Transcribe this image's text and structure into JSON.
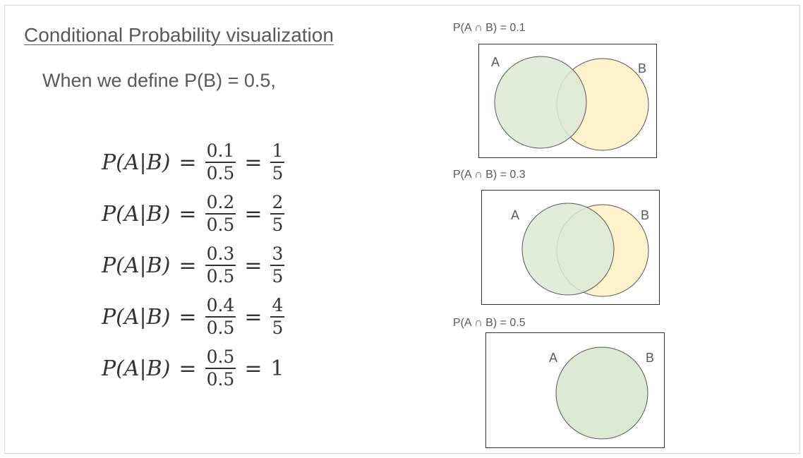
{
  "title": "Conditional Probability visualization",
  "intro": "When we define P(B) = 0.5,",
  "equations": [
    {
      "lhs": "P(A|B)",
      "eq": "=",
      "num": "0.1",
      "den": "0.5",
      "rhs_num": "1",
      "rhs_den": "5"
    },
    {
      "lhs": "P(A|B)",
      "eq": "=",
      "num": "0.2",
      "den": "0.5",
      "rhs_num": "2",
      "rhs_den": "5"
    },
    {
      "lhs": "P(A|B)",
      "eq": "=",
      "num": "0.3",
      "den": "0.5",
      "rhs_num": "3",
      "rhs_den": "5"
    },
    {
      "lhs": "P(A|B)",
      "eq": "=",
      "num": "0.4",
      "den": "0.5",
      "rhs_num": "4",
      "rhs_den": "5"
    },
    {
      "lhs": "P(A|B)",
      "eq": "=",
      "num": "0.5",
      "den": "0.5",
      "rhs": "1"
    }
  ],
  "venns": [
    {
      "label": "P(A ∩ B) = 0.1",
      "a": "A",
      "b": "B"
    },
    {
      "label": "P(A ∩ B) = 0.3",
      "a": "A",
      "b": "B"
    },
    {
      "label": "P(A ∩ B) = 0.5",
      "a": "A",
      "b": "B"
    }
  ],
  "colors": {
    "circle_a": "#dce9d5",
    "circle_b": "#fff2cc",
    "text": "#595959"
  }
}
